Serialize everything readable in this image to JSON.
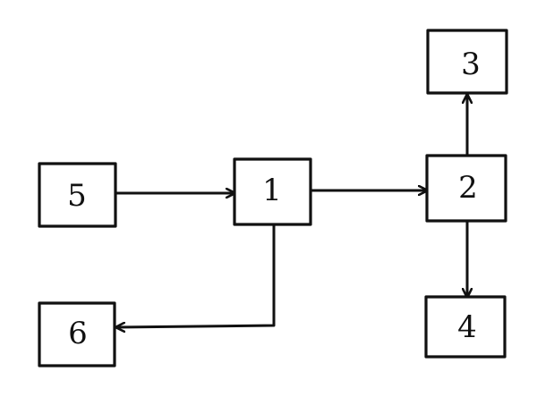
{
  "diagram": {
    "nodes": [
      {
        "id": "n1",
        "label": "1"
      },
      {
        "id": "n2",
        "label": "2"
      },
      {
        "id": "n3",
        "label": "3"
      },
      {
        "id": "n4",
        "label": "4"
      },
      {
        "id": "n5",
        "label": "5"
      },
      {
        "id": "n6",
        "label": "6"
      }
    ],
    "edges": [
      {
        "from": "5",
        "to": "1"
      },
      {
        "from": "1",
        "to": "2"
      },
      {
        "from": "2",
        "to": "3"
      },
      {
        "from": "2",
        "to": "4"
      },
      {
        "from": "1",
        "to": "6"
      }
    ],
    "colors": {
      "line": "#111111",
      "background": "#ffffff"
    }
  }
}
